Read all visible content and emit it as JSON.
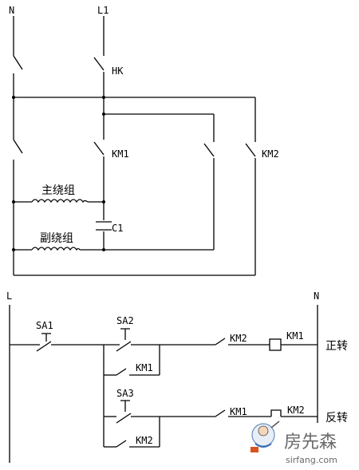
{
  "top_circuit": {
    "label_n": "N",
    "label_l1": "L1",
    "switch_hk": "HK",
    "contact_km1": "KM1",
    "contact_km2": "KM2",
    "main_winding": "主绕组",
    "aux_winding": "副绕组",
    "capacitor": "C1"
  },
  "control_circuit": {
    "label_l": "L",
    "label_n": "N",
    "sa1": "SA1",
    "sa2": "SA2",
    "sa3": "SA3",
    "km1_hold": "KM1",
    "km2_hold": "KM2",
    "km2_interlock": "KM2",
    "km1_interlock": "KM1",
    "coil_km1": "KM1",
    "coil_km2": "KM2",
    "forward": "正转",
    "reverse": "反转"
  },
  "watermark": {
    "brand": "房先森",
    "url": "sirfang.com"
  }
}
